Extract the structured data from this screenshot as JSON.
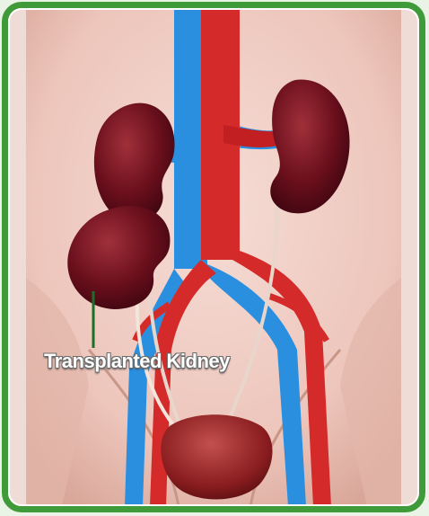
{
  "image": {
    "caption": "Transplanted Kidney",
    "frame_color": "#3f9b3a",
    "icons": [
      "torso-illustration",
      "kidney-left",
      "kidney-right",
      "transplanted-kidney",
      "bladder",
      "aorta",
      "vena-cava",
      "pointer-line"
    ]
  }
}
